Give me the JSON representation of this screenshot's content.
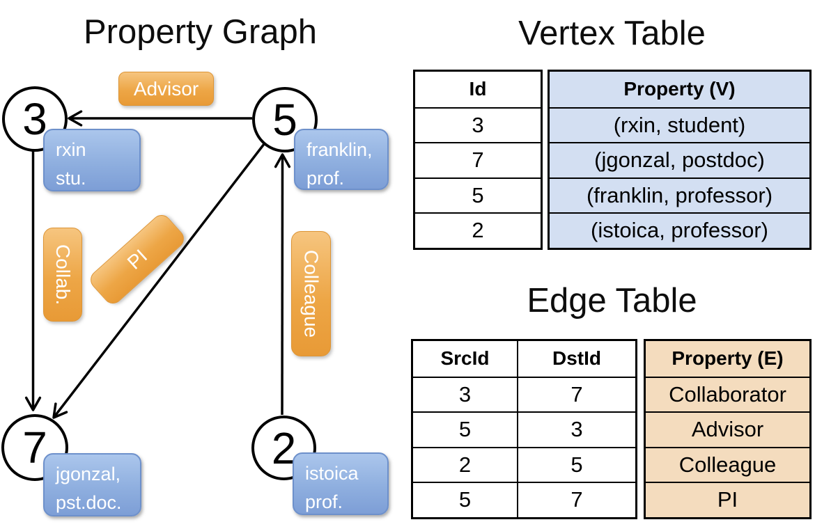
{
  "graph": {
    "title": "Property Graph",
    "nodes": [
      {
        "id": "3",
        "property_lines": [
          "rxin",
          "stu."
        ]
      },
      {
        "id": "5",
        "property_lines": [
          "franklin,",
          "prof."
        ]
      },
      {
        "id": "7",
        "property_lines": [
          "jgonzal,",
          "pst.doc."
        ]
      },
      {
        "id": "2",
        "property_lines": [
          "istoica",
          "prof."
        ]
      }
    ],
    "edge_labels": [
      {
        "name": "advisor",
        "label": "Advisor"
      },
      {
        "name": "collab",
        "label": "Collab."
      },
      {
        "name": "pi",
        "label": "PI"
      },
      {
        "name": "colleague",
        "label": "Colleague"
      }
    ]
  },
  "vertex_table": {
    "title": "Vertex Table",
    "columns": [
      "Id",
      "Property (V)"
    ],
    "rows": [
      [
        "3",
        "(rxin, student)"
      ],
      [
        "7",
        "(jgonzal, postdoc)"
      ],
      [
        "5",
        "(franklin, professor)"
      ],
      [
        "2",
        "(istoica, professor)"
      ]
    ]
  },
  "edge_table": {
    "title": "Edge Table",
    "columns": [
      "SrcId",
      "DstId",
      "Property (E)"
    ],
    "rows": [
      [
        "3",
        "7",
        "Collaborator"
      ],
      [
        "5",
        "3",
        "Advisor"
      ],
      [
        "2",
        "5",
        "Colleague"
      ],
      [
        "5",
        "7",
        "PI"
      ]
    ]
  },
  "colors": {
    "vertex_property_fill": "#d3dff2",
    "edge_property_fill": "#f4dcbe",
    "node_box_top": "#abc6ec",
    "node_box_bottom": "#7d9ed6",
    "edge_label_top": "#f6c57f",
    "edge_label_bottom": "#e89a36",
    "line": "#000000",
    "text_on_boxes": "#ffffff"
  }
}
